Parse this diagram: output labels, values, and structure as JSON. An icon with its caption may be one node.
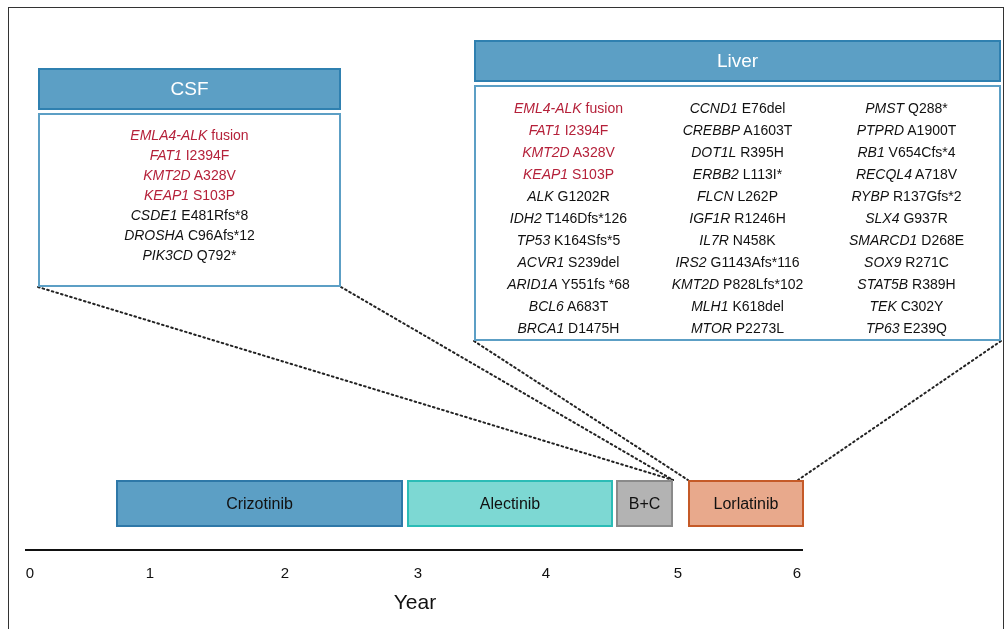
{
  "diagram": {
    "nodes": [
      {
        "text": [
          "CSF",
          "*EMLA4-ALK* fusion",
          "*FAT1* I2394F",
          "*KMT2D* A328V",
          "*KEAP1* S103P",
          "*CSDE1* E481Rfs*8",
          "*DROSHA* C96Afs*12",
          "*PIK3CD* Q792*"
        ]
      },
      {
        "text": [
          "Liver",
          "*EML4-ALK* fusion",
          "*CCND1* E76del",
          "*PMST* Q288*",
          "*FAT1* I2394F",
          "*CREBBP* A1603T",
          "*PTPRD* A1900T",
          "*KMT2D* A328V",
          "*DOT1L* R395H",
          "*RB1* V654Cfs*4",
          "*KEAP1* S103P",
          "*ERBB2* L113I*",
          "*RECQL4* A718V",
          "*ALK* G1202R",
          "*FLCN* L262P",
          "*RYBP* R137Gfs*2",
          "*IDH2* T146Dfs*126",
          "*IGF1R* R1246H",
          "*SLX4* G937R",
          "*TP53* K164Sfs*5",
          "*IL7R* N458K",
          "*SMARCD1* D268E",
          "*ACVR1* S239del",
          "*IRS2* G1143Afs*116",
          "*SOX9* R271C",
          "*ARID1A* Y551fs *68",
          "*KMT2D* P828Lfs*102",
          "*STAT5B* R389H",
          "*BCL6* A683T",
          "*MLH1* K618del",
          "*TEK* C302Y",
          "*BRCA1* D1475H",
          "*MTOR* P2273L",
          "*TP63* E239Q"
        ]
      },
      {
        "text": [
          "Crizotinib"
        ]
      },
      {
        "text": [
          "Alectinib"
        ]
      },
      {
        "text": [
          "B+C"
        ]
      },
      {
        "text": [
          "Lorlatinib"
        ]
      }
    ],
    "edges": [
      {
        "from": 0,
        "to": 4,
        "arrow": "none",
        "style": "dashed"
      },
      {
        "from": 0,
        "to": 4,
        "arrow": "none",
        "style": "dashed"
      },
      {
        "from": 1,
        "to": 5,
        "arrow": "none",
        "style": "dashed"
      },
      {
        "from": 1,
        "to": 5,
        "arrow": "none",
        "style": "dashed"
      }
    ],
    "labels": [
      "0",
      "1",
      "2",
      "3",
      "4",
      "5",
      "6",
      "Year"
    ]
  }
}
